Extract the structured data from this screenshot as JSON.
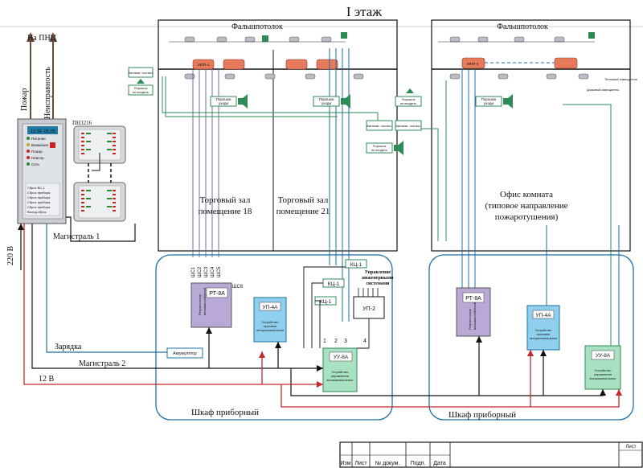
{
  "title": "I этаж",
  "labels": {
    "na_pnc": "На ПНЦ",
    "pozhar": "Пожар",
    "neispravnost": "Неисправность",
    "v220": "220 В",
    "pn3216": "ПН3216",
    "magistral1": "Магистраль 1",
    "magistral2": "Магистраль 2",
    "zaryadka": "Зарядка",
    "v12": "12 В",
    "akkumulyator": "Аккумулятор",
    "falsh_left": "Фальшпотолок",
    "falsh_right": "Фальшпотолок",
    "zal18_l1": "Торговый зал",
    "zal18_l2": "помещение 18",
    "zal21_l1": "Торговый зал",
    "zal21_l2": "помещение 21",
    "ofis_l1": "Офис комната",
    "ofis_l2": "(типовое направление",
    "ofis_l3": "пожаротушения)",
    "shkaf_left": "Шкаф приборный",
    "shkaf_right": "Шкаф приборный",
    "rt8a": "РТ-8А",
    "rt_desc1": "Ретранслятор",
    "rt_desc2": "восьмишлейфный",
    "up4a": "УП-4А",
    "up_desc1": "Устройство",
    "up_desc2": "пусковое",
    "up_desc3": "четырехканальное",
    "uu8a": "УУ-8А",
    "uu_desc1": "Устройство",
    "uu_desc2": "управления",
    "uu_desc3": "восьмиканальное",
    "up2": "УП-2",
    "kc1": "КЦ-1",
    "upr_l1": "Управление",
    "upr_l2": "инженерными",
    "upr_l3": "системами",
    "shs1": "ШС1",
    "shs2": "ШС2",
    "shs3": "ШС3",
    "shs4": "ШС4",
    "shs5": "ШС5",
    "shs6": "ШС6",
    "n1": "1",
    "n2": "2",
    "n3": "3",
    "n4": "4",
    "avtomat": "Автомат. отключ.",
    "poroshok_l1": "Порошок",
    "poroshok_l2": "уходи",
    "poroshok_ne_l1": "Порошок",
    "poroshok_ne_l2": "не входить",
    "dymovoy": "Дымовой извещатель",
    "teplovoy": "Тепловой извещатель",
    "mpp_a": "МПП-4",
    "mpp_b": "МПП-4",
    "panel_time": "12:30",
    "panel_time2": "05.05",
    "panel_rows": [
      "Питание",
      "Внимание",
      "Пожар",
      "Неиспр.",
      "Сеть"
    ],
    "panel_lines": [
      "Сброс ВС-1",
      "Сброс прибора",
      "Сброс прибора",
      "Сброс прибора",
      "Сброс прибора",
      "Выход сброс"
    ],
    "stamp_izm": "Изм",
    "stamp_list": "Лист",
    "stamp_ndok": "№ докум.",
    "stamp_podp": "Подп.",
    "stamp_data": "Дата",
    "stamp_list2": "Лист"
  }
}
